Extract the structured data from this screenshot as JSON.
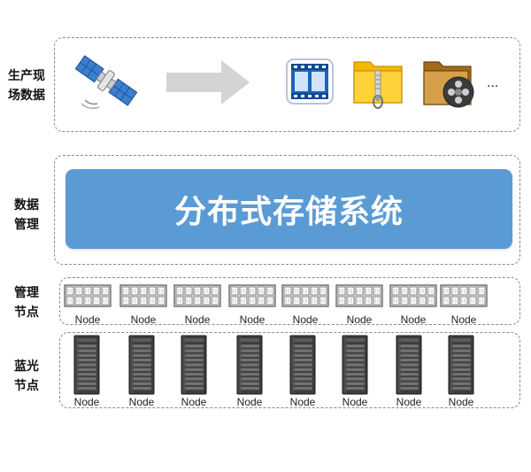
{
  "labels": {
    "production": [
      "生产现",
      "场数据"
    ],
    "data_mgmt": [
      "数据",
      "管理"
    ],
    "mgmt_nodes": [
      "管理",
      "节点"
    ],
    "bluray_nodes": [
      "蓝光",
      "节点"
    ]
  },
  "storage_system": "分布式存储系统",
  "media_icons": [
    "satellite-icon",
    "arrow-right-icon",
    "film-strip-icon",
    "zip-folder-icon",
    "video-folder-icon"
  ],
  "ellipsis": "...",
  "mgmt_nodes": [
    "Node",
    "Node",
    "Node",
    "Node",
    "Node",
    "Node",
    "Node",
    "Node"
  ],
  "bluray_nodes": [
    "Node",
    "Node",
    "Node",
    "Node",
    "Node",
    "Node",
    "Node",
    "Node"
  ],
  "colors": {
    "storage_bar": "#5b9bd5",
    "dashed_border": "#8a8a8a"
  }
}
